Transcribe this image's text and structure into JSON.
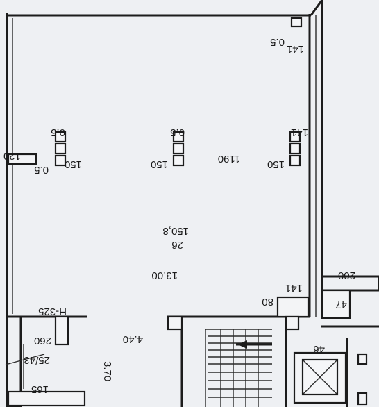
{
  "plan": {
    "room_area": "150,8",
    "room_number": "26",
    "ceiling_height": "13.00",
    "depth_label": "1190",
    "left_wall_thickness": "120",
    "left_height_mark": "H-325",
    "stair_landing": "4.40",
    "stair_flight_dim": "3.70",
    "door_labels": {
      "top_right": "141",
      "right_mid": "141",
      "right_low": "141"
    },
    "outlet_labels": {
      "left_top": "0.5",
      "left_mid": "150",
      "left_low": "0.5",
      "center_top": "0.5",
      "center_mid": "150",
      "right_top": "0.5",
      "right_mid": "150"
    },
    "small_room": {
      "area_top": "260",
      "area_mid": "25/43",
      "area_low": "165"
    },
    "right_annex": {
      "width": "200",
      "number": "47",
      "stair_number": "46",
      "door_height": "80"
    }
  }
}
